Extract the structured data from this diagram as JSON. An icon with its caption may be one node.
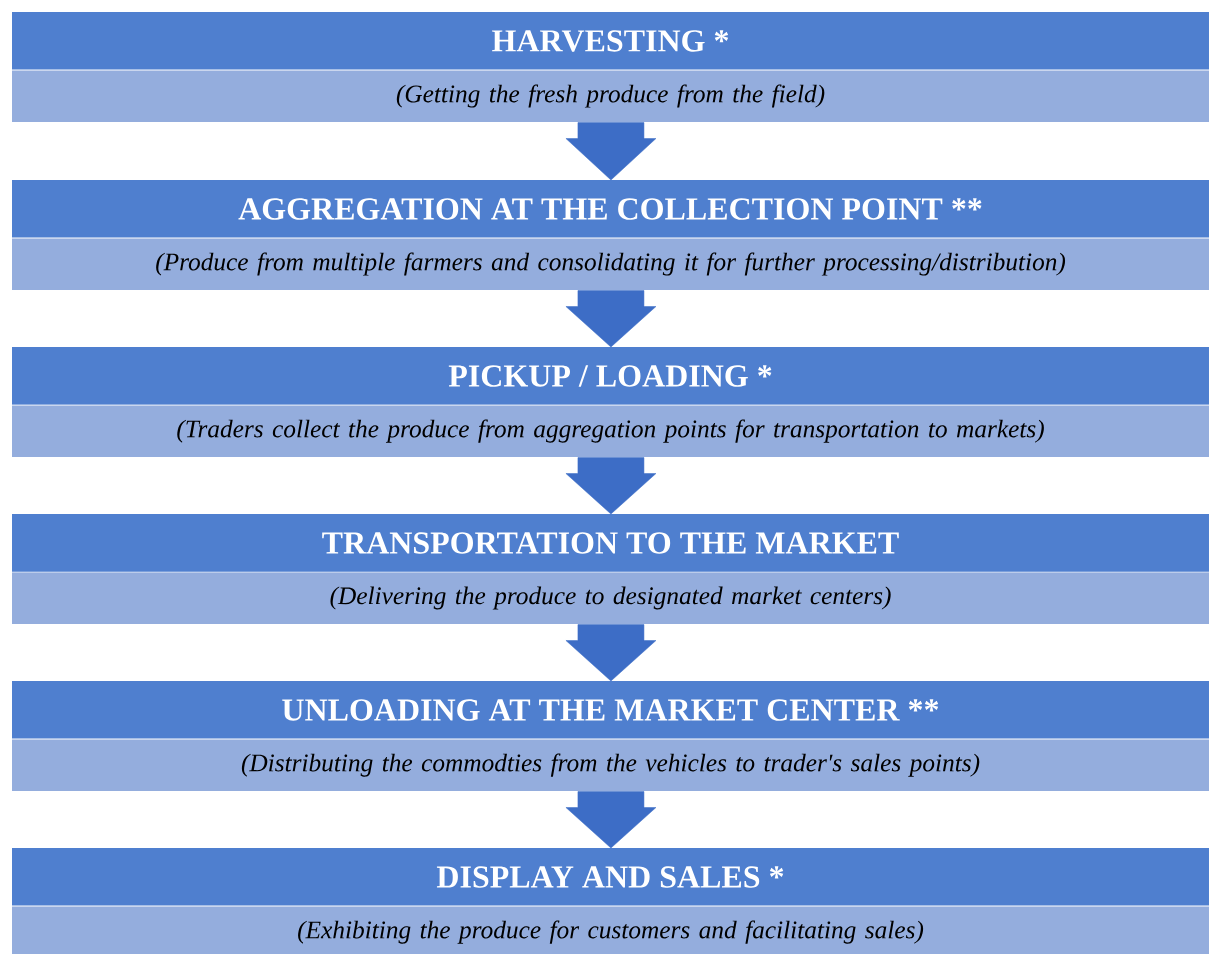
{
  "diagram": {
    "nodes": [
      {
        "text": [
          "HARVESTING *",
          "(Getting the fresh produce from the field)"
        ]
      },
      {
        "text": [
          "AGGREGATION AT THE COLLECTION POINT **",
          "(Produce from multiple farmers and consolidating it for further processing/distribution)"
        ]
      },
      {
        "text": [
          "PICKUP / LOADING *",
          "(Traders collect the produce from aggregation points for transportation to markets)"
        ]
      },
      {
        "text": [
          "TRANSPORTATION  TO THE MARKET",
          "(Delivering the produce to designated market centers)"
        ]
      },
      {
        "text": [
          "UNLOADING AT THE MARKET CENTER **",
          "(Distributing the commodties from the vehicles to trader's sales points)"
        ]
      },
      {
        "text": [
          "DISPLAY AND SALES *",
          "(Exhibiting the produce for customers and facilitating sales)"
        ]
      }
    ],
    "edges": [
      {
        "from": 0,
        "to": 1,
        "arrow": "to"
      },
      {
        "from": 1,
        "to": 2,
        "arrow": "to"
      },
      {
        "from": 2,
        "to": 3,
        "arrow": "to"
      },
      {
        "from": 3,
        "to": 4,
        "arrow": "to"
      },
      {
        "from": 4,
        "to": 5,
        "arrow": "to"
      }
    ]
  }
}
